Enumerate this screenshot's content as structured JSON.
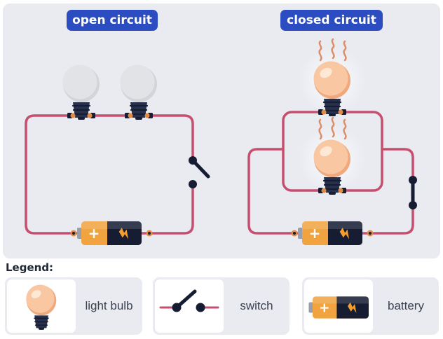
{
  "badges": {
    "open": "open circuit",
    "closed": "closed circuit"
  },
  "battery": {
    "plus": "+"
  },
  "legend": {
    "title": "Legend:",
    "items": [
      {
        "label": "light bulb",
        "icon": "light-bulb-icon"
      },
      {
        "label": "switch",
        "icon": "switch-icon"
      },
      {
        "label": "battery",
        "icon": "battery-icon"
      }
    ]
  },
  "colors": {
    "page_bg": "#ffffff",
    "panel": "#e9ebf1",
    "badge_blue": "#2c4cc2",
    "badge_text": "#ffffff",
    "wire": "#c64f6f",
    "navy": "#27314e",
    "navy_dark": "#161d33",
    "orange": "#f1a33f",
    "orange_deep": "#e08a43",
    "bolt_orange": "#f59e2d",
    "nub_gray": "#98a0ad",
    "bulb_off": "#e2e3e6",
    "bulb_off_shade": "#d2d4d8",
    "bulb_on": "#f9c8a3",
    "bulb_on_shade": "#efa97d",
    "bulb_on_hi": "#fde8d4",
    "heat": "#dd8e66",
    "title_text": "#1f2735",
    "label_text": "#3a4150"
  }
}
